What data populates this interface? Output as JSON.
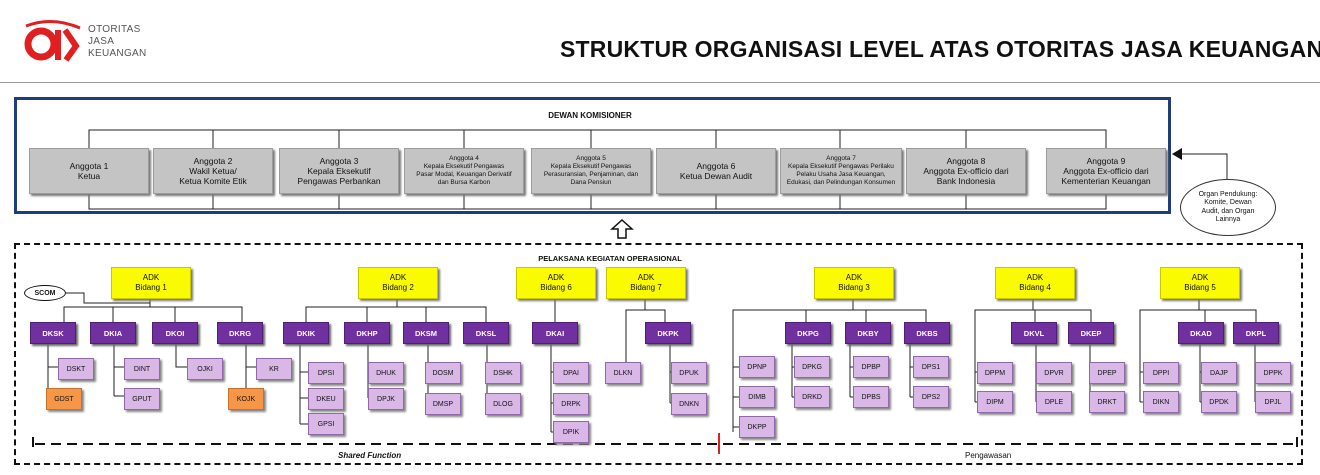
{
  "header": {
    "logo_text": [
      "OTORITAS",
      "JASA",
      "KEUANGAN"
    ],
    "logo_mark": "OJK",
    "title": "STRUKTUR ORGANISASI LEVEL ATAS OTORITAS JASA KEUANGAN"
  },
  "dewan": {
    "title": "DEWAN KOMISIONER",
    "members": [
      {
        "label": "Anggota 1\nKetua"
      },
      {
        "label": "Anggota 2\nWakil Ketua/\nKetua Komite Etik"
      },
      {
        "label": "Anggota 3\nKepala Eksekutif\nPengawas Perbankan"
      },
      {
        "label": "Anggota 4\nKepala Eksekutif Pengawas\nPasar Modal, Keuangan Derivatif\ndan Bursa Karbon"
      },
      {
        "label": "Anggota 5\nKepala Eksekutif Pengawas\nPerasuransian, Penjaminan, dan\nDana Pensiun"
      },
      {
        "label": "Anggota 6\nKetua Dewan Audit"
      },
      {
        "label": "Anggota 7\nKepala Eksekutif Pengawas Perilaku\nPelaku Usaha Jasa Keuangan,\nEdukasi, dan Pelindungan Konsumen"
      },
      {
        "label": "Anggota 8\nAnggota Ex-officio dari\nBank Indonesia"
      },
      {
        "label": "Anggota 9\nAnggota Ex-officio dari\nKementerian Keuangan"
      }
    ]
  },
  "organ": {
    "label": "Organ Pendukung:\nKomite, Dewan\nAudit, dan Organ\nLainnya"
  },
  "operasional": {
    "title": "PELAKSANA KEGIATAN OPERASIONAL",
    "scom": "SCOM",
    "adk": [
      "ADK\nBidang 1",
      "ADK\nBidang 2",
      "ADK\nBidang 6",
      "ADK\nBidang 7",
      "ADK\nBidang 3",
      "ADK\nBidang 4",
      "ADK\nBidang 5"
    ],
    "dk": [
      "DKSK",
      "DKIA",
      "DKOI",
      "DKRG",
      "DKIK",
      "DKHP",
      "DKSM",
      "DKSL",
      "DKAI",
      "DKPK",
      "DKPG",
      "DKBY",
      "DKBS",
      "DKVL",
      "DKEP",
      "DKAD",
      "DKPL"
    ],
    "sub": [
      "DSKT",
      "GDST",
      "DINT",
      "GPUT",
      "OJKI",
      "KR",
      "KOJK",
      "DPSI",
      "DKEU",
      "GPSI",
      "DHUK",
      "DPJK",
      "DOSM",
      "DMSP",
      "DSHK",
      "DLOG",
      "DPAI",
      "DRPK",
      "DPIK",
      "DLKN",
      "DPUK",
      "DNKN",
      "DPNP",
      "DIMB",
      "DKPP",
      "DPKG",
      "DRKD",
      "DPBP",
      "DPBS",
      "DPS1",
      "DPS2",
      "DPPM",
      "DIPM",
      "DPVR",
      "DPLE",
      "DPEP",
      "DRKT",
      "DPPI",
      "DIKN",
      "DAJP",
      "DPDK",
      "DPPK",
      "DPJL"
    ],
    "footer_left": "Shared Function",
    "footer_right": "Pengawasan"
  },
  "colors": {
    "frame_blue": "#1f3d7a",
    "member_grey": "#c4c4c4",
    "adk_yellow": "#fafa00",
    "dk_purple": "#7030a0",
    "sub_lavender": "#d9b8e8",
    "sub_orange": "#f79646",
    "logo_red": "#e02020"
  }
}
